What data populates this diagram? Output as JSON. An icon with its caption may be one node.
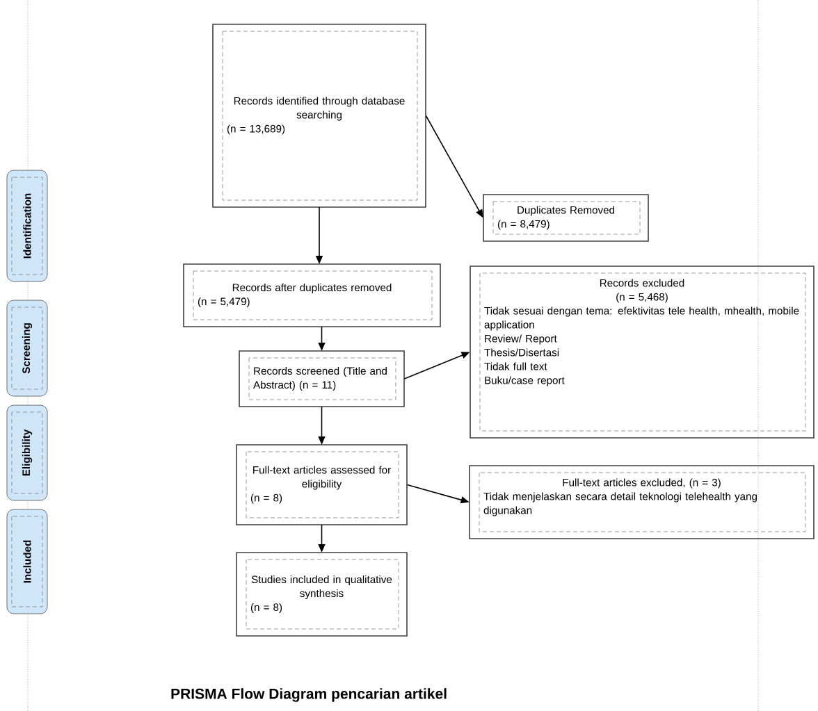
{
  "diagram": {
    "caption": "PRISMA Flow Diagram pencarian artikel",
    "nodes": [
      {
        "text": [
          "Identification"
        ]
      },
      {
        "text": [
          "Screening"
        ]
      },
      {
        "text": [
          "Eligibility"
        ]
      },
      {
        "text": [
          "Included"
        ]
      },
      {
        "text": [
          "Records identified through database searching",
          "(n = 13,689)"
        ]
      },
      {
        "text": [
          "Duplicates Removed",
          "(n = 8,479)"
        ]
      },
      {
        "text": [
          "Records after duplicates removed",
          "(n = 5,479)"
        ]
      },
      {
        "text": [
          "Records excluded",
          "(n = 5,468)",
          "Tidak sesuai dengan tema: efektivitas tele health, mhealth, mobile application",
          "Review/ Report",
          "Thesis/Disertasi",
          "Tidak full text",
          "Buku/case report"
        ]
      },
      {
        "text": [
          "Records screened (Title and Abstract) (n = 11)"
        ]
      },
      {
        "text": [
          "Full-text articles assessed for eligibility",
          "(n = 8)"
        ]
      },
      {
        "text": [
          "Full-text articles excluded, (n = 3)",
          "Tidak menjelaskan secara detail teknologi telehealth yang digunakan"
        ]
      },
      {
        "text": [
          "Studies included in qualitative synthesis",
          "(n = 8)"
        ]
      }
    ],
    "edges": [
      {
        "from": 4,
        "to": 5,
        "arrow": "to"
      },
      {
        "from": 4,
        "to": 6,
        "arrow": "to"
      },
      {
        "from": 6,
        "to": 8,
        "arrow": "to"
      },
      {
        "from": 8,
        "to": 7,
        "arrow": "to"
      },
      {
        "from": 8,
        "to": 9,
        "arrow": "to"
      },
      {
        "from": 9,
        "to": 10,
        "arrow": "to"
      },
      {
        "from": 9,
        "to": 11,
        "arrow": "to"
      }
    ]
  }
}
